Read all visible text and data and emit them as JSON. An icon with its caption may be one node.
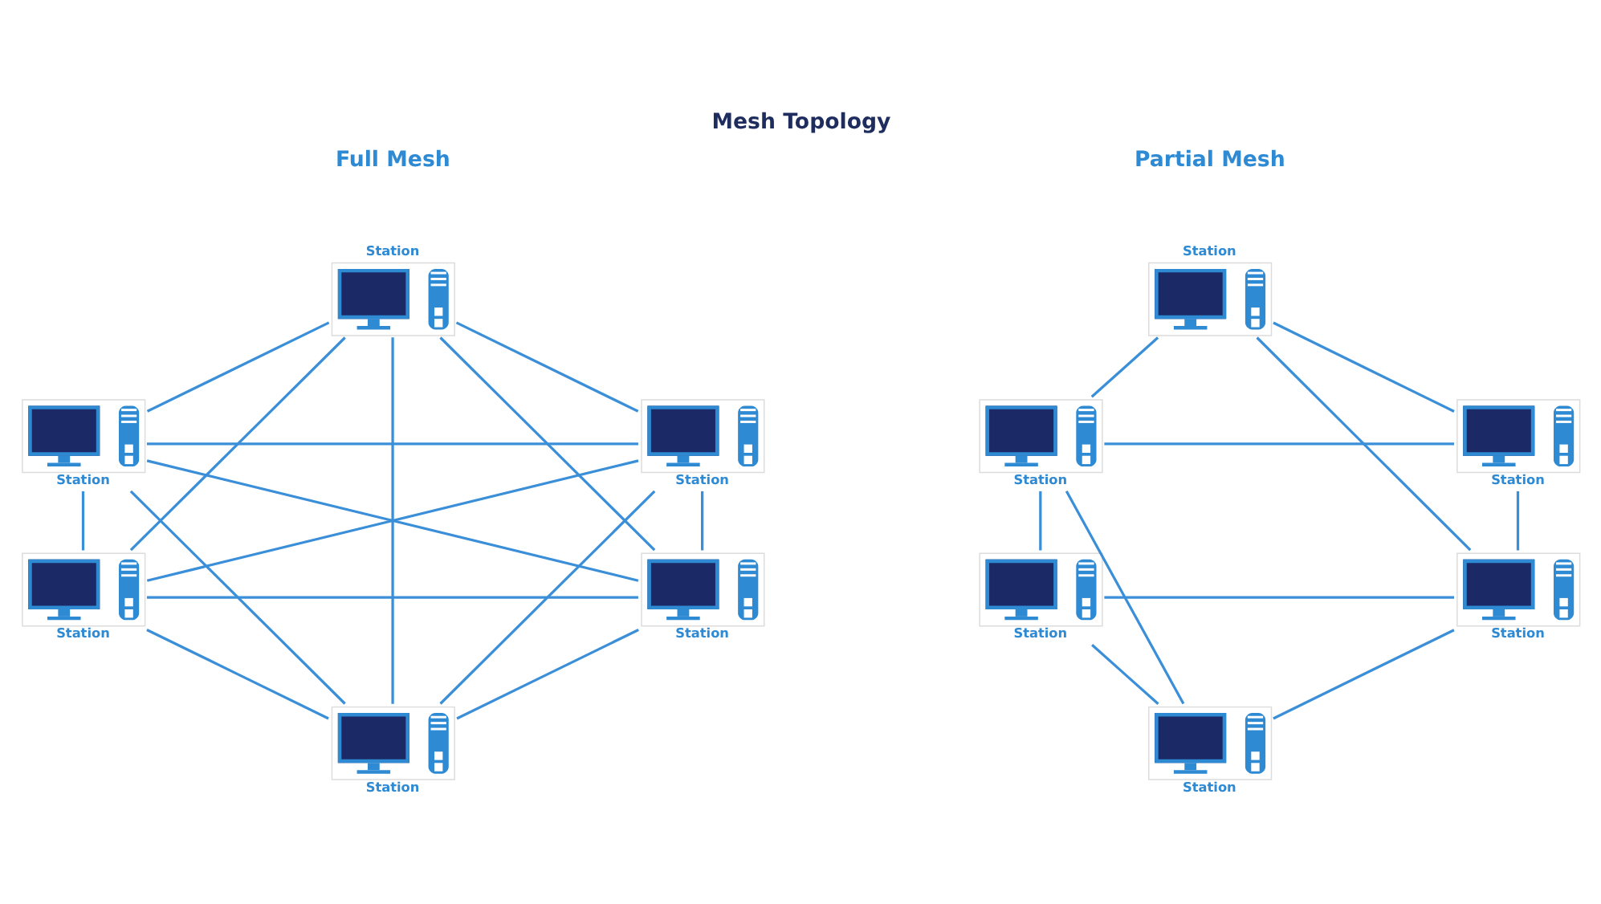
{
  "diagram": {
    "title": "Mesh Topology",
    "nodes": [
      {
        "text": [
          "Station"
        ]
      },
      {
        "text": [
          "Station"
        ]
      },
      {
        "text": [
          "Station"
        ]
      },
      {
        "text": [
          "Station"
        ]
      },
      {
        "text": [
          "Station"
        ]
      },
      {
        "text": [
          "Station"
        ]
      },
      {
        "text": [
          "Station"
        ]
      },
      {
        "text": [
          "Station"
        ]
      },
      {
        "text": [
          "Station"
        ]
      },
      {
        "text": [
          "Station"
        ]
      },
      {
        "text": [
          "Station"
        ]
      },
      {
        "text": [
          "Station"
        ]
      }
    ],
    "edges": [
      {
        "from": 0,
        "to": 1,
        "arrow": "none"
      },
      {
        "from": 0,
        "to": 3,
        "arrow": "none"
      },
      {
        "from": 0,
        "to": 5,
        "arrow": "none"
      },
      {
        "from": 0,
        "to": 4,
        "arrow": "none"
      },
      {
        "from": 0,
        "to": 2,
        "arrow": "none"
      },
      {
        "from": 1,
        "to": 2,
        "arrow": "none"
      },
      {
        "from": 1,
        "to": 3,
        "arrow": "none"
      },
      {
        "from": 1,
        "to": 4,
        "arrow": "none"
      },
      {
        "from": 1,
        "to": 5,
        "arrow": "none"
      },
      {
        "from": 2,
        "to": 3,
        "arrow": "none"
      },
      {
        "from": 2,
        "to": 4,
        "arrow": "none"
      },
      {
        "from": 2,
        "to": 5,
        "arrow": "none"
      },
      {
        "from": 3,
        "to": 4,
        "arrow": "none"
      },
      {
        "from": 3,
        "to": 5,
        "arrow": "none"
      },
      {
        "from": 4,
        "to": 5,
        "arrow": "none"
      },
      {
        "from": 6,
        "to": 7,
        "arrow": "none"
      },
      {
        "from": 6,
        "to": 10,
        "arrow": "none"
      },
      {
        "from": 6,
        "to": 8,
        "arrow": "none"
      },
      {
        "from": 7,
        "to": 8,
        "arrow": "none"
      },
      {
        "from": 7,
        "to": 9,
        "arrow": "none"
      },
      {
        "from": 7,
        "to": 11,
        "arrow": "none"
      },
      {
        "from": 8,
        "to": 10,
        "arrow": "none"
      },
      {
        "from": 9,
        "to": 10,
        "arrow": "none"
      },
      {
        "from": 9,
        "to": 11,
        "arrow": "none"
      },
      {
        "from": 10,
        "to": 11,
        "arrow": "none"
      }
    ],
    "labels": [
      "Full Mesh",
      "Partial Mesh"
    ]
  }
}
